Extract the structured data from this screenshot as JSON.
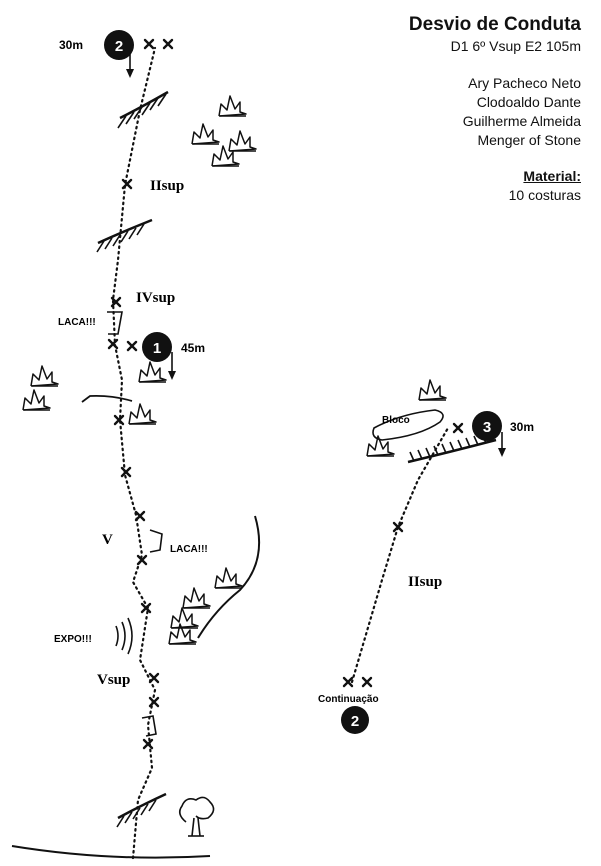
{
  "route": {
    "name": "Desvio de Conduta",
    "grade_line": "D1 6º Vsup E2 105m",
    "authors": [
      "Ary Pacheco Neto",
      "Clodoaldo Dante",
      "Guilherme Almeida",
      "Menger of Stone"
    ],
    "material_label": "Material:",
    "material_value": "10 costuras"
  },
  "pitches": [
    {
      "number": "1",
      "length": "45m"
    },
    {
      "number": "2",
      "length": "30m"
    },
    {
      "number": "3",
      "length": "30m"
    }
  ],
  "grades": {
    "p1_lower": "Vsup",
    "p1_mid": "V",
    "p2_lower": "IVsup",
    "p2_upper": "IIsup",
    "p3": "IIsup"
  },
  "notes": {
    "laca_upper": "LACA!!!",
    "laca_lower": "LACA!!!",
    "expo": "EXPO!!!",
    "bloco": "Bloco",
    "continuation": "Continuação",
    "continuation_number": "2"
  },
  "colors": {
    "ink": "#111111",
    "background": "#ffffff",
    "badge_text": "#ffffff"
  }
}
